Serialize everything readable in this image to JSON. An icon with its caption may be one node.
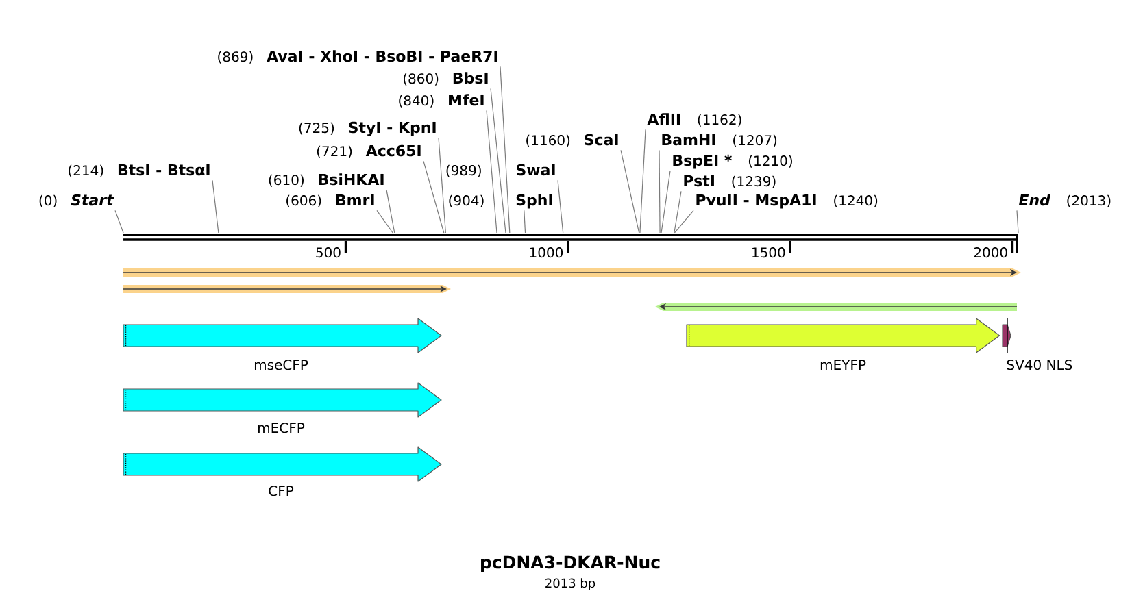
{
  "diagram": {
    "title": "pcDNA3-DKAR-Nuc",
    "caption": "2013 bp",
    "nodes": [
      {
        "text": [
          "AvaI - XhoI - BsoBI - PaeR7I"
        ],
        "beside": [
          "(869)"
        ]
      },
      {
        "text": [
          "BbsI"
        ],
        "beside": [
          "(860)"
        ]
      },
      {
        "text": [
          "MfeI"
        ],
        "beside": [
          "(840)"
        ]
      },
      {
        "text": [
          "AflII"
        ],
        "beside": [
          "(1162)"
        ]
      },
      {
        "text": [
          "StyI - KpnI"
        ],
        "beside": [
          "(725)"
        ]
      },
      {
        "text": [
          "ScaI"
        ],
        "beside": [
          "(1160)"
        ]
      },
      {
        "text": [
          "BamHI"
        ],
        "beside": [
          "(1207)"
        ]
      },
      {
        "text": [
          "Acc65I"
        ],
        "beside": [
          "(721)"
        ]
      },
      {
        "text": [
          "BspEI *"
        ],
        "beside": [
          "(1210)"
        ]
      },
      {
        "text": [
          "BtsI - BtsαI"
        ],
        "beside": [
          "(214)"
        ]
      },
      {
        "text": [
          "SwaI"
        ],
        "beside": [
          "(989)"
        ]
      },
      {
        "text": [
          "BsiHKAI"
        ],
        "beside": [
          "(610)"
        ]
      },
      {
        "text": [
          "PstI"
        ],
        "beside": [
          "(1239)"
        ]
      },
      {
        "text": [
          "Start"
        ],
        "beside": [
          "(0)"
        ]
      },
      {
        "text": [
          "BmrI"
        ],
        "beside": [
          "(606)"
        ]
      },
      {
        "text": [
          "SphI"
        ],
        "beside": [
          "(904)"
        ]
      },
      {
        "text": [
          "PvuII - MspA1I"
        ],
        "beside": [
          "(1240)"
        ]
      },
      {
        "text": [
          "End"
        ],
        "beside": [
          "(2013)"
        ]
      },
      {
        "text": [],
        "shape": "bar"
      },
      {
        "text": [
          "mseCFP"
        ]
      },
      {
        "text": [
          "mEYFP"
        ]
      },
      {
        "text": [
          "SV40 NLS"
        ]
      },
      {
        "text": [
          "mECFP"
        ]
      },
      {
        "text": [
          "CFP"
        ]
      }
    ],
    "edges": [
      {
        "from": 0,
        "to": 18,
        "arrow": "none"
      },
      {
        "from": 1,
        "to": 18,
        "arrow": "none"
      },
      {
        "from": 2,
        "to": 18,
        "arrow": "none"
      },
      {
        "from": 3,
        "to": 18,
        "arrow": "none"
      },
      {
        "from": 4,
        "to": 18,
        "arrow": "none"
      },
      {
        "from": 5,
        "to": 18,
        "arrow": "none"
      },
      {
        "from": 6,
        "to": 18,
        "arrow": "none"
      },
      {
        "from": 7,
        "to": 18,
        "arrow": "none"
      },
      {
        "from": 8,
        "to": 18,
        "arrow": "none"
      },
      {
        "from": 9,
        "to": 18,
        "arrow": "none"
      },
      {
        "from": 10,
        "to": 18,
        "arrow": "none"
      },
      {
        "from": 11,
        "to": 18,
        "arrow": "none"
      },
      {
        "from": 12,
        "to": 18,
        "arrow": "none"
      },
      {
        "from": 13,
        "to": 18,
        "arrow": "none"
      },
      {
        "from": 14,
        "to": 18,
        "arrow": "none"
      },
      {
        "from": 15,
        "to": 18,
        "arrow": "none"
      },
      {
        "from": 16,
        "to": 18,
        "arrow": "none"
      },
      {
        "from": 17,
        "to": 18,
        "arrow": "none"
      }
    ],
    "labels": [
      "500",
      "1000",
      "1500",
      "2000"
    ]
  }
}
